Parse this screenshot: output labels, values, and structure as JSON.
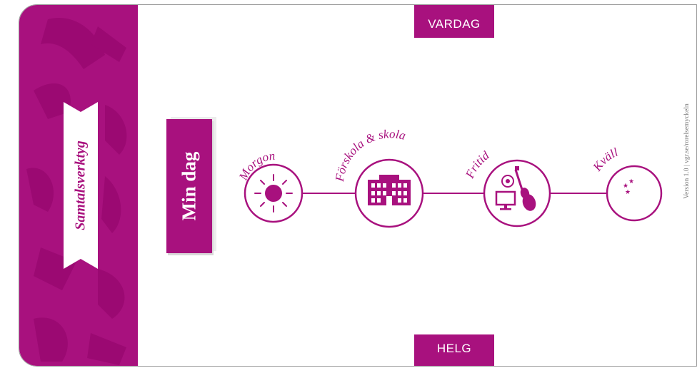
{
  "sidebar": {
    "ribbon_label": "Samtalsverktyg"
  },
  "tabs": {
    "top_label": "VARDAG",
    "bottom_label": "HELG"
  },
  "main": {
    "title": "Min dag"
  },
  "timeline": {
    "stops": [
      {
        "label": "Morgon",
        "icon": "sun-icon"
      },
      {
        "label": "Förskola & skola",
        "icon": "school-building-icon"
      },
      {
        "label": "Fritid",
        "icon": "leisure-icons"
      },
      {
        "label": "Kväll",
        "icon": "moon-stars-icon"
      }
    ]
  },
  "footer": {
    "version_text": "Version 1.0 | vgr.se/rorelsemyckeln"
  },
  "colors": {
    "brand": "#a8117e",
    "background": "#ffffff",
    "muted_text": "#7a7a7a"
  }
}
